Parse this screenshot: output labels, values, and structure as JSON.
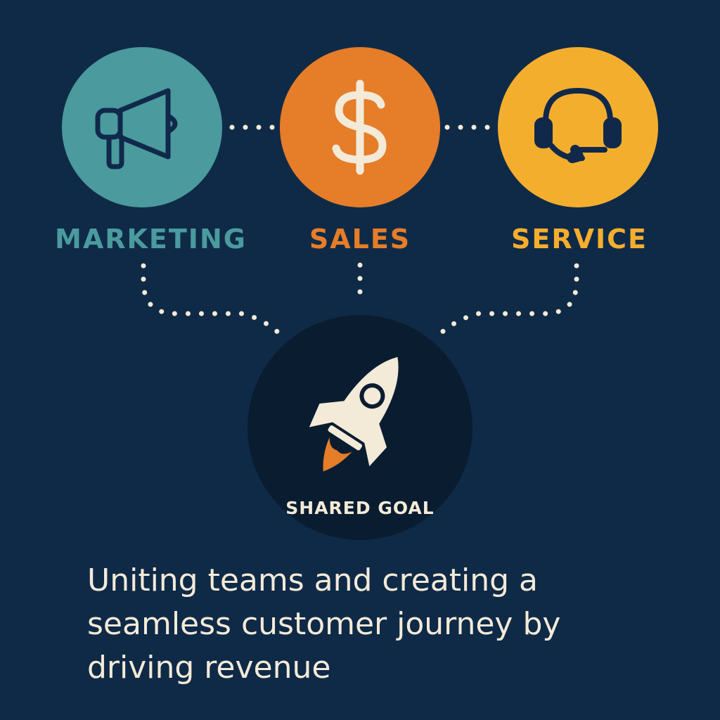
{
  "colors": {
    "background": "#0f2a47",
    "marketing": "#4a9a9e",
    "sales": "#e67d28",
    "service": "#f4ae2e",
    "goal": "#0a1d30",
    "cream": "#f3ead8",
    "icon_dark": "#10294a"
  },
  "teams": [
    {
      "label": "MARKETING",
      "icon": "megaphone-icon"
    },
    {
      "label": "SALES",
      "icon": "dollar-icon"
    },
    {
      "label": "SERVICE",
      "icon": "headset-icon"
    }
  ],
  "goal": {
    "label": "SHARED GOAL",
    "icon": "rocket-icon"
  },
  "tagline": "Uniting teams and creating a seamless customer journey by driving revenue"
}
